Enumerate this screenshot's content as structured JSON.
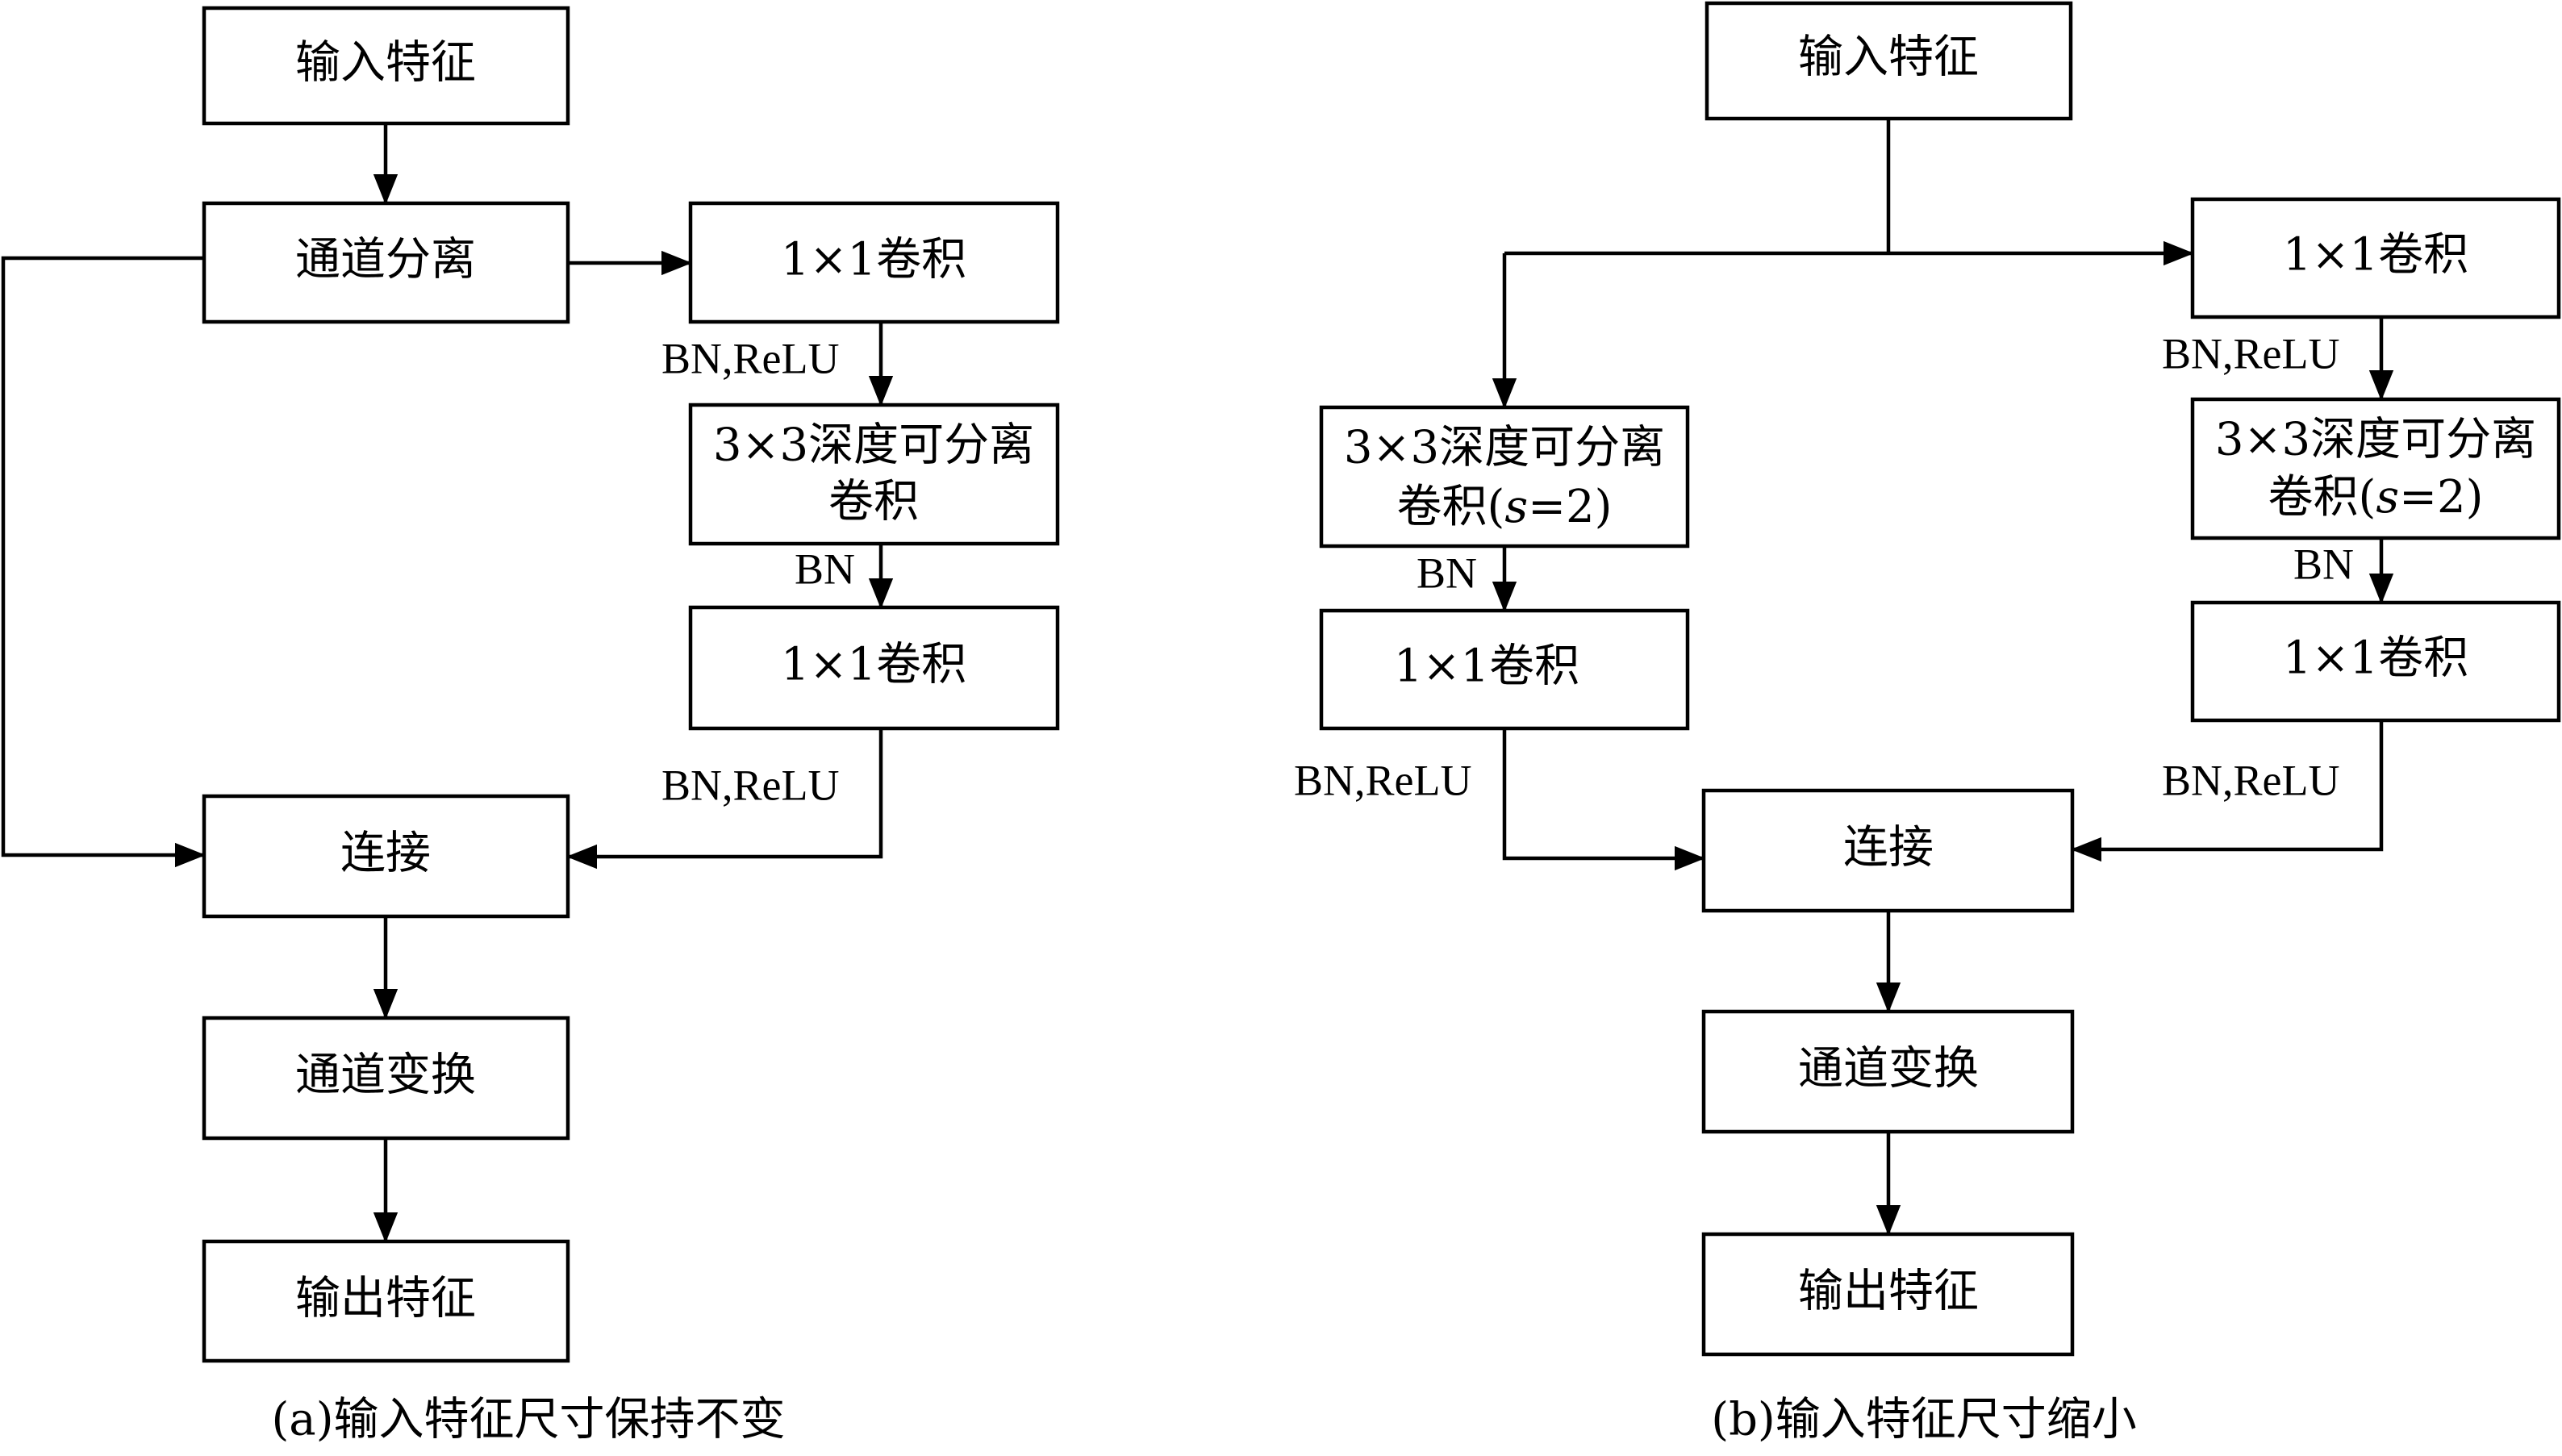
{
  "panel_a": {
    "caption": "(a)输入特征尺寸保持不变",
    "input": "输入特征",
    "split": "通道分离",
    "conv1": "1×1卷积",
    "dwconv_line1": "3×3深度可分离",
    "dwconv_line2": "卷积",
    "conv2": "1×1卷积",
    "concat": "连接",
    "shuffle": "通道变换",
    "output": "输出特征",
    "label_bn_relu_1": "BN,ReLU",
    "label_bn": "BN",
    "label_bn_relu_2": "BN,ReLU"
  },
  "panel_b": {
    "caption": "(b)输入特征尺寸缩小",
    "input": "输入特征",
    "left_dwconv_line1": "3×3深度可分离",
    "left_dwconv_line2_prefix": "卷积(",
    "left_dwconv_line2_var": "s",
    "left_dwconv_line2_suffix": "=2)",
    "left_label_bn": "BN",
    "left_conv": "1×1卷积",
    "left_label_bn_relu": "BN,ReLU",
    "right_conv1": "1×1卷积",
    "right_label_bn_relu_1": "BN,ReLU",
    "right_dwconv_line1": "3×3深度可分离",
    "right_dwconv_line2_prefix": "卷积(",
    "right_dwconv_line2_var": "s",
    "right_dwconv_line2_suffix": "=2)",
    "right_label_bn": "BN",
    "right_conv2": "1×1卷积",
    "right_label_bn_relu_2": "BN,ReLU",
    "concat": "连接",
    "shuffle": "通道变换",
    "output": "输出特征"
  }
}
